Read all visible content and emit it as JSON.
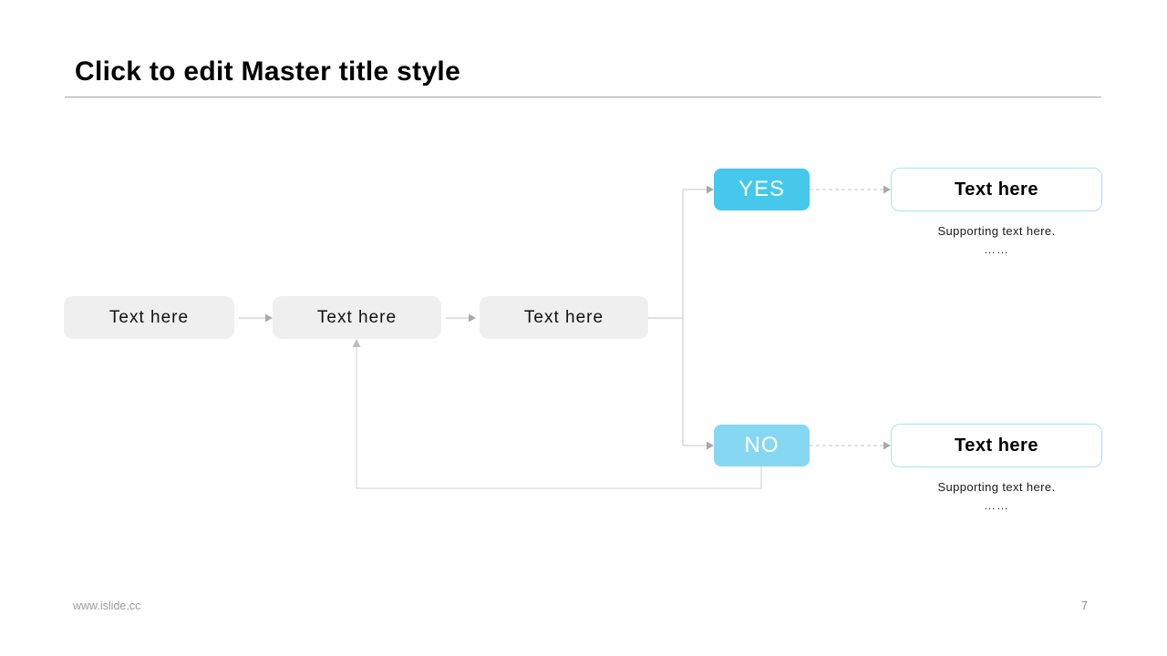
{
  "slide": {
    "title": "Click to edit Master title style",
    "footer_url": "www.islide.cc",
    "page_number": "7"
  },
  "flowchart": {
    "process_boxes": [
      {
        "label": "Text here"
      },
      {
        "label": "Text here"
      },
      {
        "label": "Text here"
      }
    ],
    "branches": [
      {
        "decision_label": "YES",
        "result_label": "Text here",
        "supporting_text": "Supporting text here.",
        "ellipsis": "……"
      },
      {
        "decision_label": "NO",
        "result_label": "Text here",
        "supporting_text": "Supporting text here.",
        "ellipsis": "……"
      }
    ],
    "colors": {
      "yes_fill": "#45c8ec",
      "no_fill": "#86d8f2",
      "result_border": "#a6e4f5",
      "process_fill": "#efefef",
      "connector_line": "#c6c6c6",
      "arrowhead": "#a9a9a9"
    }
  }
}
